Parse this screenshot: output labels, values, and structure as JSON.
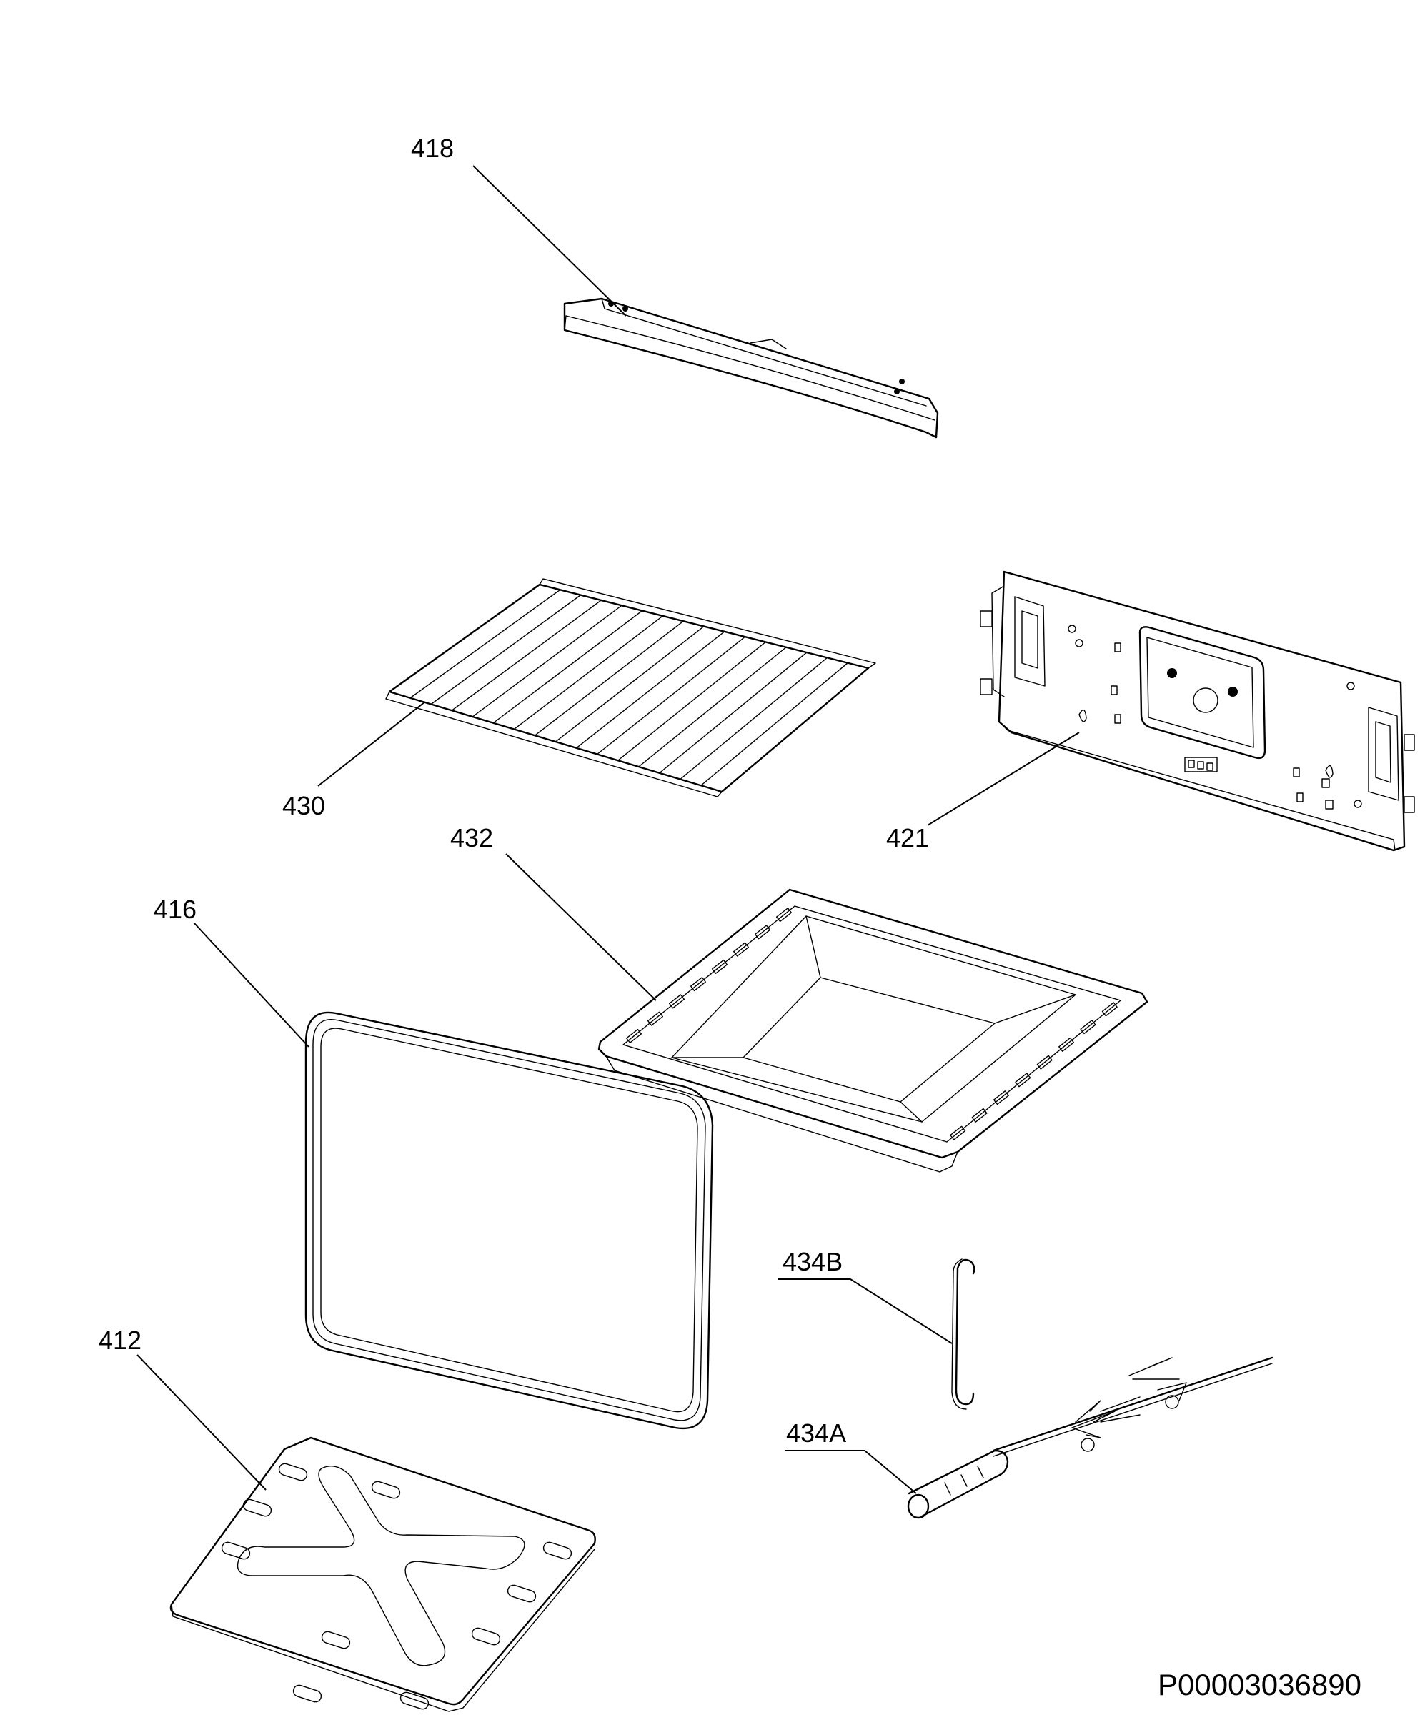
{
  "diagram": {
    "document_code": "P00003036890",
    "parts": [
      {
        "id": "418",
        "label": "418"
      },
      {
        "id": "430",
        "label": "430"
      },
      {
        "id": "421",
        "label": "421"
      },
      {
        "id": "432",
        "label": "432"
      },
      {
        "id": "416",
        "label": "416"
      },
      {
        "id": "434B",
        "label": "434B"
      },
      {
        "id": "412",
        "label": "412"
      },
      {
        "id": "434A",
        "label": "434A"
      }
    ]
  }
}
